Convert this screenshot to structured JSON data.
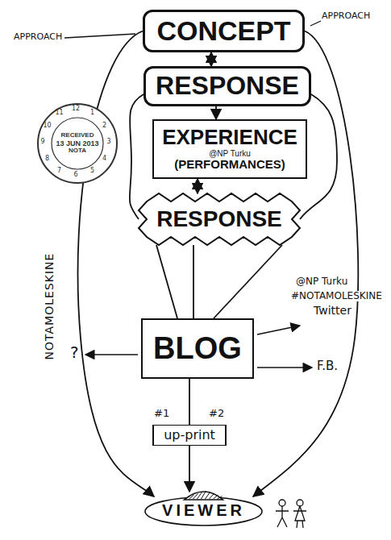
{
  "diagram": {
    "nodes": [
      {
        "text": [
          "CONCEPT"
        ]
      },
      {
        "text": [
          "RESPONSE"
        ]
      },
      {
        "text": [
          "EXPERIENCE",
          "@NP Turku",
          "(PERFORMANCES)"
        ]
      },
      {
        "text": [
          "RESPONSE"
        ]
      },
      {
        "text": [
          "BLOG"
        ]
      },
      {
        "text": [
          "up-print"
        ]
      },
      {
        "text": [
          "VIEWER"
        ]
      },
      {
        "text": [
          "RECEIVED",
          "13 JUN 2013",
          "NOTA"
        ]
      }
    ],
    "edges": [
      {
        "from": 0,
        "to": 1,
        "arrow": "both"
      },
      {
        "from": 1,
        "to": 2,
        "arrow": "to"
      },
      {
        "from": 2,
        "to": 3,
        "arrow": "both"
      },
      {
        "from": 3,
        "to": 4,
        "arrow": "none"
      },
      {
        "from": 3,
        "to": 4,
        "arrow": "none"
      },
      {
        "from": 3,
        "to": 4,
        "arrow": "none"
      },
      {
        "from": 4,
        "to": 5,
        "arrow": "none"
      },
      {
        "from": 5,
        "to": 6,
        "arrow": "to"
      },
      {
        "from": 0,
        "to": 6,
        "label": "NOTAMOLESKINE",
        "arrow": "to"
      },
      {
        "from": 0,
        "to": 6,
        "arrow": "to"
      },
      {
        "from": 1,
        "to": 3,
        "arrow": "none"
      },
      {
        "from": 1,
        "to": 3,
        "arrow": "none"
      }
    ],
    "labels": [
      "APPROACH",
      "APPROACH",
      "@NP Turku",
      "#NOTAMOLESKINE",
      "Twitter",
      "?",
      "F.B.",
      "#1",
      "#2",
      "12",
      "1",
      "2",
      "3",
      "4",
      "5",
      "6",
      "7",
      "8",
      "9",
      "10",
      "11"
    ]
  }
}
